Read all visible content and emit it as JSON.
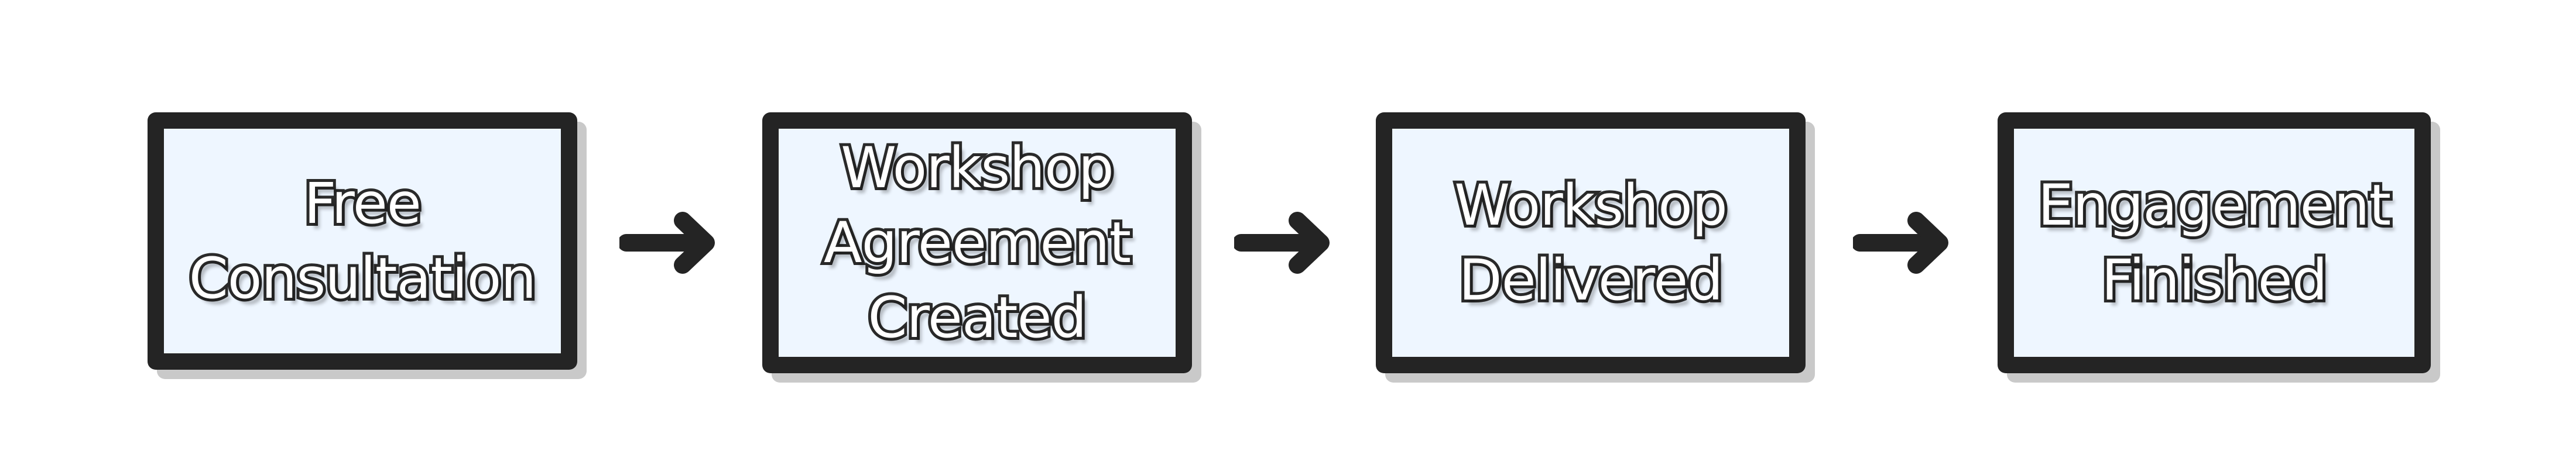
{
  "diagram": {
    "steps": [
      {
        "label": "Free\nConsultation"
      },
      {
        "label": "Workshop\nAgreement\nCreated"
      },
      {
        "label": "Workshop\nDelivered"
      },
      {
        "label": "Engagement\nFinished"
      }
    ],
    "colors": {
      "box_fill": "#eef6ff",
      "box_border": "#242424",
      "shadow": "#c9c9c9",
      "arrow": "#242424",
      "text_fill": "#ffffff",
      "text_outline": "#2a2a2a"
    }
  }
}
